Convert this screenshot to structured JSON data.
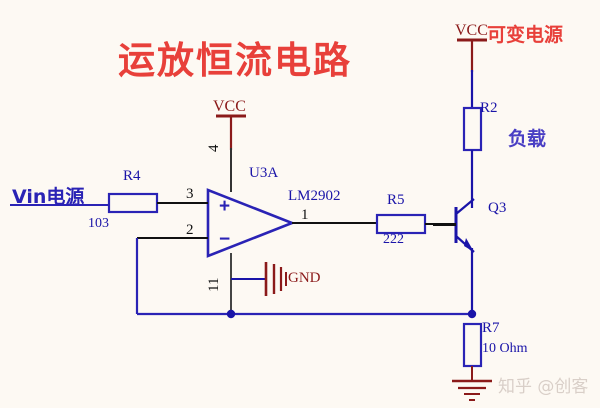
{
  "diagram": {
    "title": "运放恒流电路",
    "background_color": "#fdf9f3",
    "wire_color": "#1a14a8",
    "supply_color": "#8b1a1a",
    "accent_red": "#e8403a"
  },
  "labels": {
    "vcc_top": "VCC",
    "vcc_top_note": "可变电源",
    "vcc_opamp": "VCC",
    "gnd": "GND",
    "load": "负载",
    "vin": "Vin电源"
  },
  "components": [
    {
      "ref": "R4",
      "value": "103",
      "type": "resistor"
    },
    {
      "ref": "R5",
      "value": "222",
      "type": "resistor"
    },
    {
      "ref": "R2",
      "value": "",
      "type": "resistor"
    },
    {
      "ref": "R7",
      "value": "10 Ohm",
      "type": "resistor"
    },
    {
      "ref": "Q3",
      "value": "",
      "type": "npn-transistor"
    },
    {
      "ref": "U3A",
      "value": "LM2902",
      "type": "opamp"
    }
  ],
  "opamp": {
    "designator": "U3A",
    "part": "LM2902",
    "pins": {
      "noninverting": "3",
      "inverting": "2",
      "output": "1",
      "vplus": "4",
      "vminus": "11"
    },
    "plus_symbol": "+",
    "minus_symbol": "−"
  },
  "watermark": "知乎 @创客"
}
